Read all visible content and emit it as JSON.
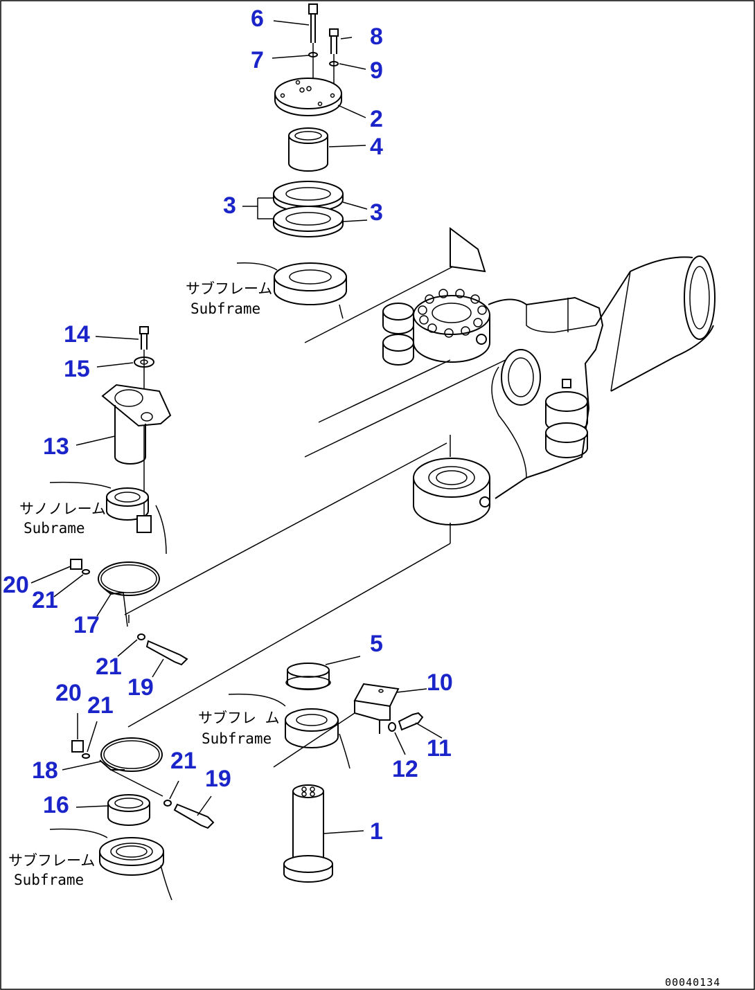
{
  "parts": [
    {
      "number": "6"
    },
    {
      "number": "8"
    },
    {
      "number": "7"
    },
    {
      "number": "9"
    },
    {
      "number": "2"
    },
    {
      "number": "4"
    },
    {
      "number": "3"
    },
    {
      "number": "3"
    },
    {
      "number": "14"
    },
    {
      "number": "15"
    },
    {
      "number": "13"
    },
    {
      "number": "20"
    },
    {
      "number": "21"
    },
    {
      "number": "17"
    },
    {
      "number": "21"
    },
    {
      "number": "19"
    },
    {
      "number": "5"
    },
    {
      "number": "10"
    },
    {
      "number": "20"
    },
    {
      "number": "21"
    },
    {
      "number": "18"
    },
    {
      "number": "21"
    },
    {
      "number": "19"
    },
    {
      "number": "11"
    },
    {
      "number": "12"
    },
    {
      "number": "16"
    },
    {
      "number": "1"
    }
  ],
  "subframe_labels": [
    {
      "jp": "サブフレーム",
      "en": "Subframe"
    },
    {
      "jp": "サノノレーム",
      "en": "Subrame"
    },
    {
      "jp": "サブフレ ム",
      "en": "Subframe"
    },
    {
      "jp": "サブフレーム",
      "en": "Subframe"
    }
  ],
  "drawing_number": "00040134"
}
